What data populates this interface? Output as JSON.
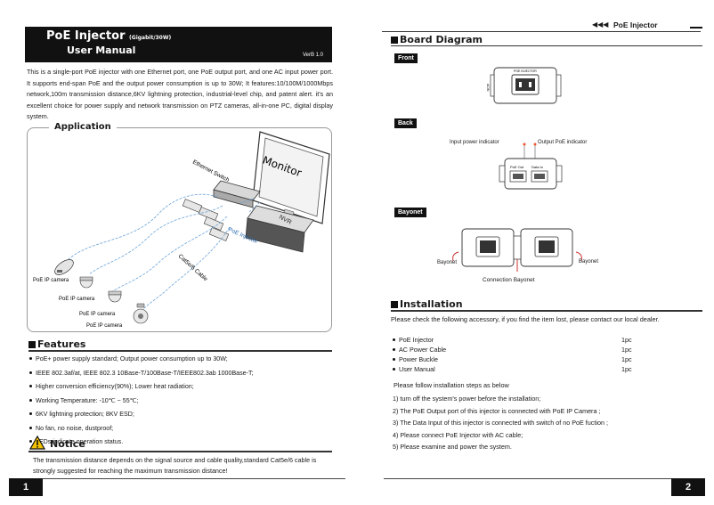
{
  "left_page": {
    "title": "PoE Injector",
    "title_suffix": "(Gigabit/30W)",
    "subtitle": "User Manual",
    "version": "VerB 1.0",
    "intro": "This is a single-port PoE injector  with one Ethernet port, one PoE output port, and one AC input power port. It supports end-span PoE and the output power consumption is up to 30W; It features:10/100M/1000Mbps network,100m transmission distance,6KV lightning protection, industrial-level chip, and patent alert. it's an excellent choice for power supply and network transmission on PTZ cameras, all-in-one PC, digital display system.",
    "application_heading": "Application",
    "diagram_labels": {
      "monitor": "Monitor",
      "switch": "Ethernet Switch",
      "nvr": "NVR",
      "injector": "PoE Injector",
      "cable": "Cat5e/6 Cable",
      "cam1": "PoE IP camera",
      "cam2": "PoE IP camera",
      "cam3": "PoE IP camera",
      "cam4": "PoE IP camera"
    },
    "features_heading": "Features",
    "features": [
      "PoE+ power supply standard; Output power consumption up to 30W;",
      "IEEE 802.3af/at,  IEEE 802.3 10Base-T/100Base-T/IEEE802.3ab 1000Base-T;",
      "Higher conversion efficiency(90%); Lower  heat radiation;",
      "Working Temperature: -10℃ ~ 55℃;",
      "6KV lightning protection; 8KV ESD;",
      "No fan, no noise, dustproof;",
      "LEDs indicate operation status."
    ],
    "notice_heading": "Notice",
    "notice_text": "The transmission distance depends on the signal source and cable quality,standard Cat5e/6 cable is strongly suggested for reaching the maximum transmission distance!",
    "page_number": "1"
  },
  "right_page": {
    "header": "PoE Injector",
    "board_heading": "Board Diagram",
    "front_tag": "Front",
    "front_device_label": "POE INJECTOR",
    "front_side_label": "ACIN",
    "back_tag": "Back",
    "input_indicator": "Input  power indicator",
    "output_indicator": "Output PoE indicator",
    "port_poe_out": "PoE Out",
    "port_data_in": "Data In",
    "bayonet_tag": "Bayonet",
    "bayonet_left": "Bayonet",
    "bayonet_right": "Bayonet",
    "connection_bayonet": "Connection Bayonet",
    "installation_heading": "Installation",
    "accessory_intro": "Please check the following accessory, if you find the item lost, please contact our local dealer.",
    "accessories": [
      {
        "name": "PoE Injector",
        "qty": "1pc"
      },
      {
        "name": "AC Power Cable",
        "qty": "1pc"
      },
      {
        "name": "Power Buckle",
        "qty": "1pc"
      },
      {
        "name": "User Manual",
        "qty": "1pc"
      }
    ],
    "steps_intro": "Please follow installation steps as below",
    "steps": [
      "1) turn off the system's power before the installation;",
      "2) The PoE Output port of this injector is connected with PoE IP Camera ;",
      "3) The Data Input of this injector is connected with switch of no PoE fuction ;",
      "4) Please connect PoE Injector with AC cable;",
      "5) Please examine and power the system."
    ],
    "page_number": "2"
  }
}
